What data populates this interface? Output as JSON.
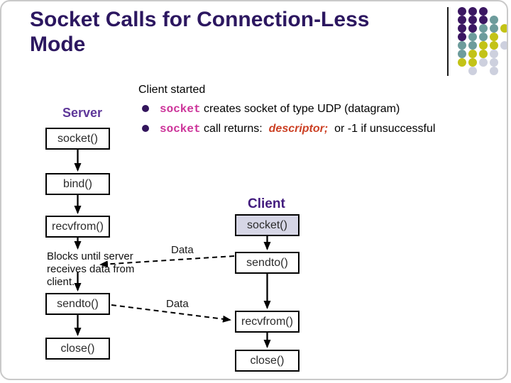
{
  "slide": {
    "title_line1": "Socket Calls for Connection-Less",
    "title_line2": "Mode"
  },
  "decoration": {
    "dot_colors": {
      "P": "#3b1762",
      "T": "#6d9c9c",
      "Y": "#c3c317",
      "G": "#cdd0de"
    },
    "dot_grid": [
      [
        "P",
        "P",
        "P",
        null,
        null
      ],
      [
        "P",
        "P",
        "P",
        "T",
        null
      ],
      [
        "P",
        "P",
        "T",
        "T",
        "Y"
      ],
      [
        "P",
        "T",
        "T",
        "Y",
        null
      ],
      [
        "T",
        "T",
        "Y",
        "Y",
        "G"
      ],
      [
        "T",
        "Y",
        "Y",
        "G",
        null
      ],
      [
        "Y",
        "Y",
        "G",
        "G",
        null
      ],
      [
        null,
        "G",
        null,
        "G",
        null
      ]
    ]
  },
  "content": {
    "intro": "Client started",
    "bullets": [
      {
        "segments": [
          {
            "text": "socket",
            "style": "code"
          },
          {
            "text": " creates socket of type UDP (datagram)",
            "style": "plain"
          }
        ]
      },
      {
        "segments": [
          {
            "text": "socket",
            "style": "code"
          },
          {
            "text": " call returns:  ",
            "style": "plain"
          },
          {
            "text": "descriptor;",
            "style": "em"
          },
          {
            "text": "  or -1 if unsuccessful",
            "style": "plain"
          }
        ]
      }
    ]
  },
  "diagram": {
    "server": {
      "label": "Server",
      "boxes": [
        {
          "label": "socket()"
        },
        {
          "label": "bind()"
        },
        {
          "label": "recvfrom()"
        },
        {
          "label": "sendto()"
        },
        {
          "label": "close()"
        }
      ],
      "note": "Blocks until server receives data from client."
    },
    "client": {
      "label": "Client",
      "boxes": [
        {
          "label": "socket()"
        },
        {
          "label": "sendto()"
        },
        {
          "label": "recvfrom()"
        },
        {
          "label": "close()"
        }
      ]
    },
    "data_labels": [
      "Data",
      "Data"
    ]
  }
}
